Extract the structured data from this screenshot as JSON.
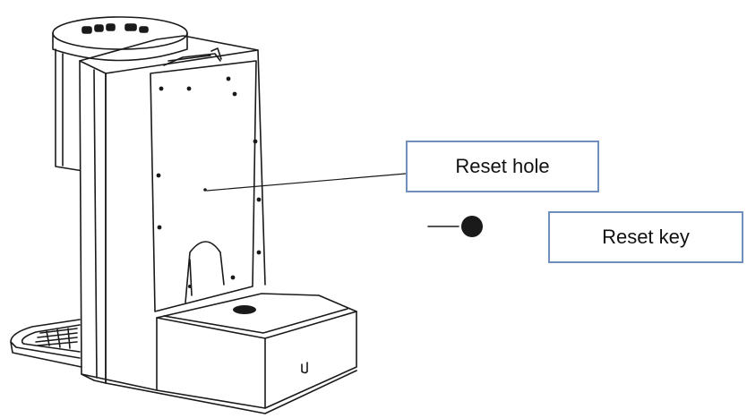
{
  "labels": {
    "reset_hole": "Reset hole",
    "reset_key": "Reset key"
  },
  "colors": {
    "line_art": "#1a1a1a",
    "callout_border": "#6f8fbf",
    "background": "#ffffff"
  },
  "icons": {
    "appliance": "countertop-appliance-rear-view",
    "reset_key": "pin-key-icon"
  }
}
